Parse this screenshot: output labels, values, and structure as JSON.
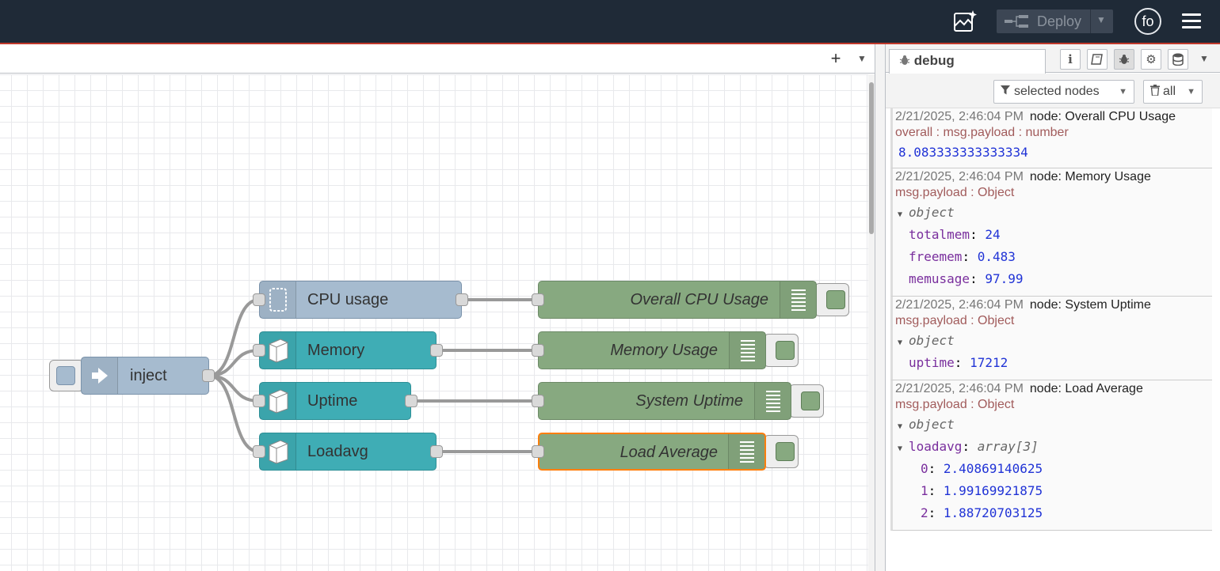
{
  "header": {
    "deploy_label": "Deploy",
    "avatar_initials": "fo"
  },
  "workspace": {
    "add_tab_label": "+",
    "nodes": {
      "inject": "inject",
      "cpu": "CPU usage",
      "memory": "Memory",
      "uptime": "Uptime",
      "loadavg": "Loadavg",
      "debug_cpu": "Overall CPU Usage",
      "debug_memory": "Memory Usage",
      "debug_uptime": "System Uptime",
      "debug_load": "Load Average"
    }
  },
  "sidebar": {
    "tab_label": "debug",
    "filter_label": "selected nodes",
    "clear_label": "all",
    "messages": [
      {
        "timestamp": "2/21/2025, 2:46:04 PM",
        "node": "node: Overall CPU Usage",
        "topic": "overall : msg.payload : number",
        "value": "8.083333333333334"
      },
      {
        "timestamp": "2/21/2025, 2:46:04 PM",
        "node": "node: Memory Usage",
        "topic": "msg.payload : Object",
        "root_type": "object",
        "fields": [
          {
            "key": "totalmem",
            "value": "24"
          },
          {
            "key": "freemem",
            "value": "0.483"
          },
          {
            "key": "memusage",
            "value": "97.99"
          }
        ]
      },
      {
        "timestamp": "2/21/2025, 2:46:04 PM",
        "node": "node: System Uptime",
        "topic": "msg.payload : Object",
        "root_type": "object",
        "fields": [
          {
            "key": "uptime",
            "value": "17212"
          }
        ]
      },
      {
        "timestamp": "2/21/2025, 2:46:04 PM",
        "node": "node: Load Average",
        "topic": "msg.payload : Object",
        "root_type": "object",
        "array_key": "loadavg",
        "array_type": "array[3]",
        "items": [
          {
            "key": "0",
            "value": "2.40869140625"
          },
          {
            "key": "1",
            "value": "1.99169921875"
          },
          {
            "key": "2",
            "value": "1.88720703125"
          }
        ]
      }
    ]
  },
  "colors": {
    "header_bg": "#1f2a37",
    "inject_node": "#a6bbcf",
    "exec_node": "#3fadb5",
    "debug_node": "#87a980",
    "selected_outline": "#ff7f0e"
  },
  "icons": [
    "dashboard-sparkle-icon",
    "deploy-icon",
    "hamburger-menu-icon",
    "bug-icon",
    "info-icon",
    "book-icon",
    "gear-icon",
    "database-icon",
    "filter-icon",
    "trash-icon",
    "arrow-right-icon",
    "cpu-chip-icon",
    "server-icon",
    "list-icon"
  ]
}
